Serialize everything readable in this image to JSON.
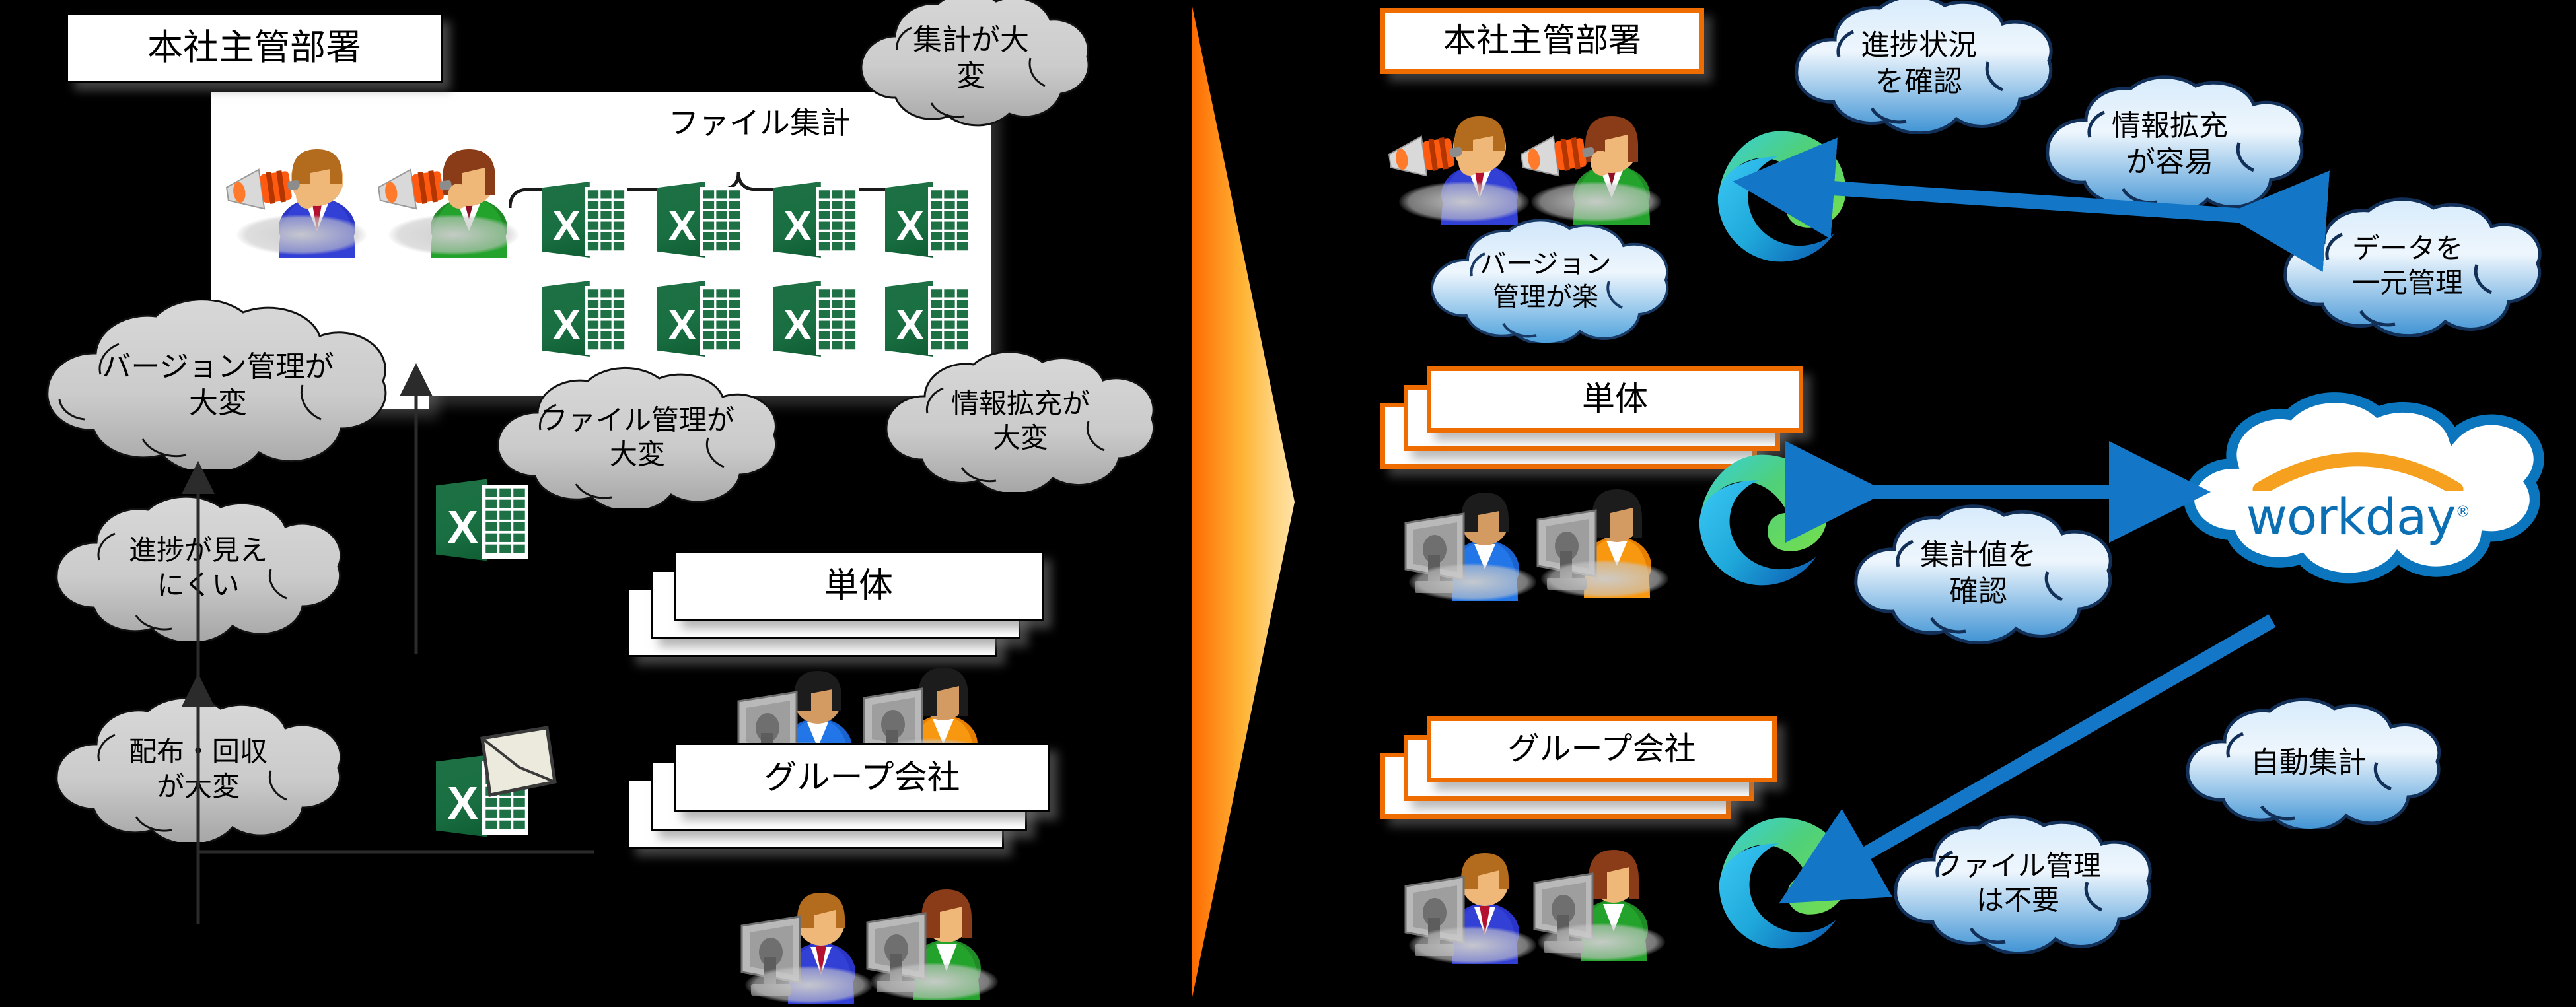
{
  "meta": {
    "title": "Excel ファイル集計から Workday への移行比較図",
    "background": "#000000",
    "accent_orange": "#ef6c00",
    "accent_blue": "#1f7ec4",
    "cloud_gray": "#c9c9c9",
    "cloud_blue": "#9fd0f0",
    "excel_green": "#1e7145",
    "workday_blue": "#0b6fb4",
    "workday_orange": "#f5a01e"
  },
  "left": {
    "header_box": {
      "label": "本社主管部署"
    },
    "file_aggregation_label": "ファイル集計",
    "excel_files_count": 8,
    "excel_icon_letter": "X",
    "clouds": [
      {
        "id": "aggregation-hard",
        "text": "集計が大\n変"
      },
      {
        "id": "version-control-hard",
        "text": "バージョン管理が\n大変"
      },
      {
        "id": "file-management-hard",
        "text": "ファイル管理が\n大変"
      },
      {
        "id": "info-expansion-hard",
        "text": "情報拡充が\n大変"
      },
      {
        "id": "progress-invisible",
        "text": "進捗が見え\nにくい"
      },
      {
        "id": "distribute-collect-hard",
        "text": "配布・回収\nが大変"
      }
    ],
    "group_boxes": [
      {
        "id": "tantai",
        "label": "単体"
      },
      {
        "id": "group-company",
        "label": "グループ会社"
      }
    ],
    "icons": {
      "excel_file": "excel-file-icon",
      "excel_mail": "excel-email-icon",
      "megaphone_person": "megaphone-person-icon",
      "desktop_person": "desktop-user-icon"
    }
  },
  "transition": {
    "id": "transition-arrow",
    "shape": "chevron-right",
    "direction": "left-to-right"
  },
  "right": {
    "header_box": {
      "label": "本社主管部署"
    },
    "group_boxes": [
      {
        "id": "tantai",
        "label": "単体"
      },
      {
        "id": "group-company",
        "label": "グループ会社"
      }
    ],
    "clouds": [
      {
        "id": "check-progress",
        "text": "進捗状況\nを確認"
      },
      {
        "id": "info-expansion-easy",
        "text": "情報拡充\nが容易"
      },
      {
        "id": "data-centralized",
        "text": "データを\n一元管理"
      },
      {
        "id": "version-control-easy",
        "text": "バージョン\n管理が楽"
      },
      {
        "id": "check-aggregate-value",
        "text": "集計値を\n確認"
      },
      {
        "id": "auto-aggregation",
        "text": "自動集計"
      },
      {
        "id": "no-file-management",
        "text": "ファイル管理\nは不要"
      }
    ],
    "platform": {
      "id": "workday-cloud",
      "name": "workday",
      "registered_mark": "®"
    },
    "icons": {
      "browser": "edge-browser-icon",
      "megaphone_person": "megaphone-person-icon",
      "desktop_person": "desktop-user-icon"
    }
  }
}
